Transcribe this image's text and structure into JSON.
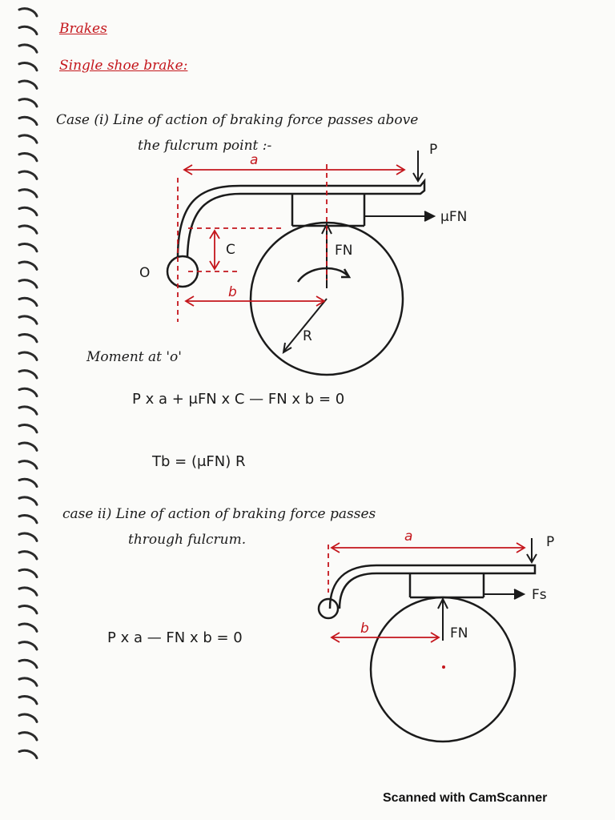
{
  "title": "Brakes",
  "subtitle": "Single shoe brake:",
  "case1": {
    "line1": "Case (i)  Line of action of braking force passes above",
    "line2": "the fulcrum point :-",
    "labels": {
      "a": "a",
      "P": "P",
      "muFN": "μFN",
      "C": "C",
      "FN": "FN",
      "O": "O",
      "b": "b",
      "R": "R"
    }
  },
  "moment": "Moment at 'o'",
  "eq1": "P x a   +  μFN x C   —  FN x b    = 0",
  "eq2": "Tb = (μFN) R",
  "case2": {
    "line1": "case ii)   Line of action of braking force passes",
    "line2": "through fulcrum.",
    "labels": {
      "a": "a",
      "P": "P",
      "Fs": "Fs",
      "FN": "FN",
      "b": "b"
    }
  },
  "eq3": "P x a  —  FN x b  = 0",
  "footer": "Scanned with CamScanner",
  "colors": {
    "ink": "#1b1b1b",
    "red": "#c4161c",
    "paper": "#fbfbf9"
  }
}
